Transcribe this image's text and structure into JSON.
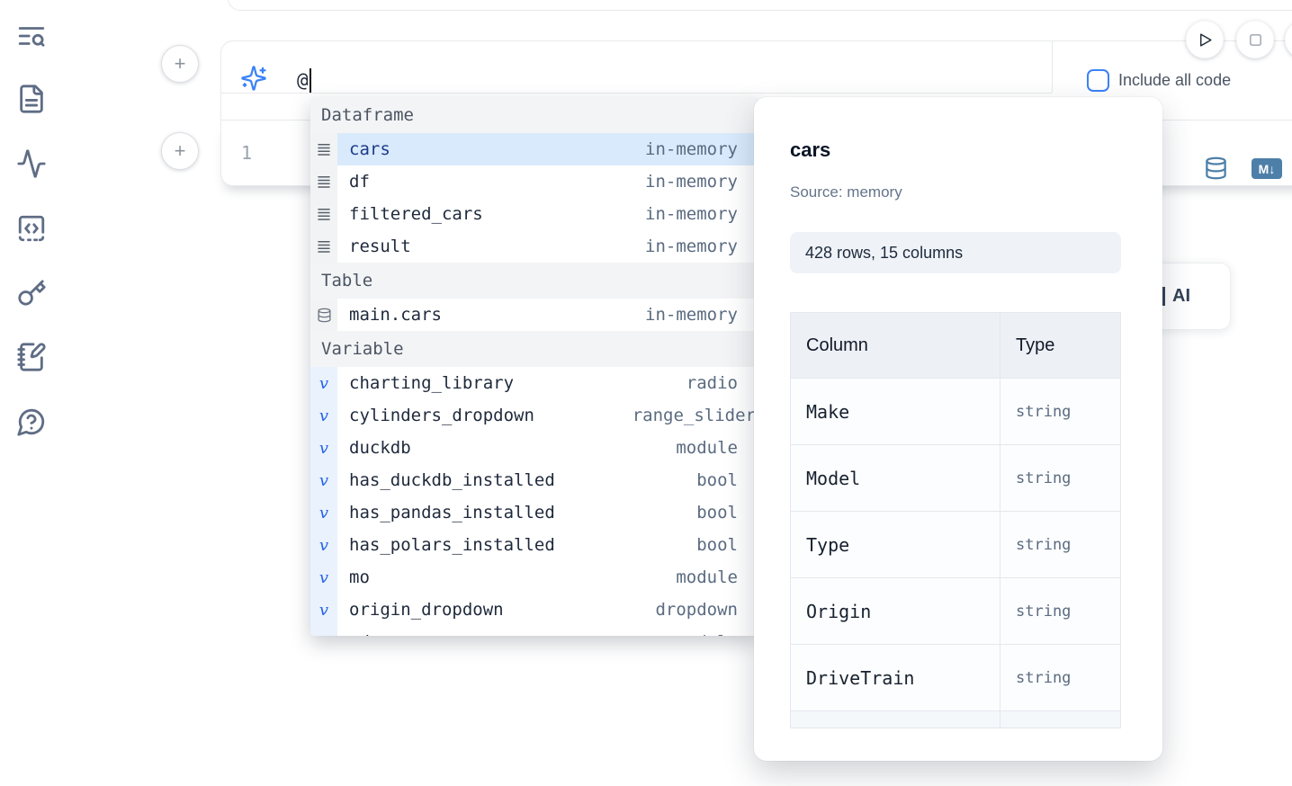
{
  "ai_cell": {
    "prompt_value": "@",
    "include_all_code": "Include all code"
  },
  "code_cell": {
    "line_number": "1",
    "markdown_badge": "M↓"
  },
  "autocomplete": {
    "variable_glyph": "v",
    "sections": [
      {
        "label": "Dataframe",
        "items": [
          {
            "name": "cars",
            "type": "in-memory"
          },
          {
            "name": "df",
            "type": "in-memory"
          },
          {
            "name": "filtered_cars",
            "type": "in-memory"
          },
          {
            "name": "result",
            "type": "in-memory"
          }
        ]
      },
      {
        "label": "Table",
        "items": [
          {
            "name": "main.cars",
            "type": "in-memory"
          }
        ]
      },
      {
        "label": "Variable",
        "items": [
          {
            "name": "charting_library",
            "type": "radio"
          },
          {
            "name": "cylinders_dropdown",
            "type": "range_slider"
          },
          {
            "name": "duckdb",
            "type": "module"
          },
          {
            "name": "has_duckdb_installed",
            "type": "bool"
          },
          {
            "name": "has_pandas_installed",
            "type": "bool"
          },
          {
            "name": "has_polars_installed",
            "type": "bool"
          },
          {
            "name": "mo",
            "type": "module"
          },
          {
            "name": "origin_dropdown",
            "type": "dropdown"
          },
          {
            "name": "pd",
            "type": "module"
          }
        ]
      }
    ]
  },
  "preview": {
    "title": "cars",
    "source_label": "Source: memory",
    "shape_summary": "428 rows, 15 columns",
    "table": {
      "col_header": "Column",
      "type_header": "Type",
      "rows": [
        {
          "column": "Make",
          "type": "string"
        },
        {
          "column": "Model",
          "type": "string"
        },
        {
          "column": "Type",
          "type": "string"
        },
        {
          "column": "Origin",
          "type": "string"
        },
        {
          "column": "DriveTrain",
          "type": "string"
        }
      ]
    }
  },
  "ai_button_label": "AI",
  "colors": {
    "accent": "#3b82f6",
    "steel_blue": "#4d7fa8",
    "selection_blue": "#d8eafc",
    "sidebar_icon": "#5f6d85"
  }
}
